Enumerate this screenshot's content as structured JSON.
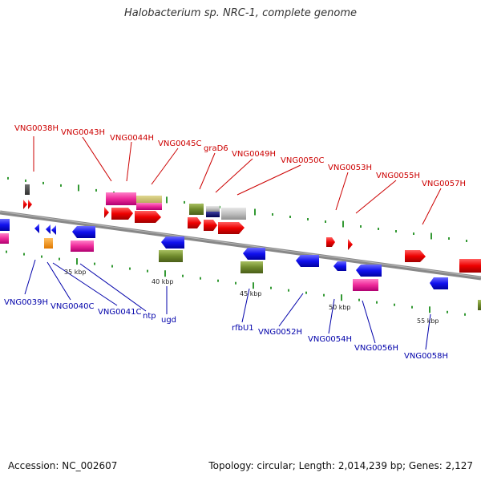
{
  "title": "Halobacterium sp. NRC-1, complete genome",
  "accession": "Accession: NC_002607",
  "topology": "Topology: circular; Length: 2,014,239 bp; Genes: 2,127",
  "colors": {
    "backbone": "#888888",
    "tick": "#339933",
    "forward_label": "#cc0000",
    "reverse_label": "#0000aa"
  },
  "ruler_labels": [
    "35 kbp",
    "40 kbp",
    "45 kbp",
    "50 kbp",
    "55 kbp"
  ],
  "forward_labels": [
    {
      "name": "VNG0038H"
    },
    {
      "name": "VNG0043H"
    },
    {
      "name": "VNG0044H"
    },
    {
      "name": "VNG0045C"
    },
    {
      "name": "graD6"
    },
    {
      "name": "VNG0049H"
    },
    {
      "name": "VNG0050C"
    },
    {
      "name": "VNG0053H"
    },
    {
      "name": "VNG0055H"
    },
    {
      "name": "VNG0057H"
    }
  ],
  "reverse_labels": [
    {
      "name": "VNG0039H"
    },
    {
      "name": "VNG0040C"
    },
    {
      "name": "VNG0041C"
    },
    {
      "name": "ntp"
    },
    {
      "name": "ugd"
    },
    {
      "name": "rfbU1"
    },
    {
      "name": "VNG0052H"
    },
    {
      "name": "VNG0054H"
    },
    {
      "name": "VNG0056H"
    },
    {
      "name": "VNG0058H"
    }
  ]
}
